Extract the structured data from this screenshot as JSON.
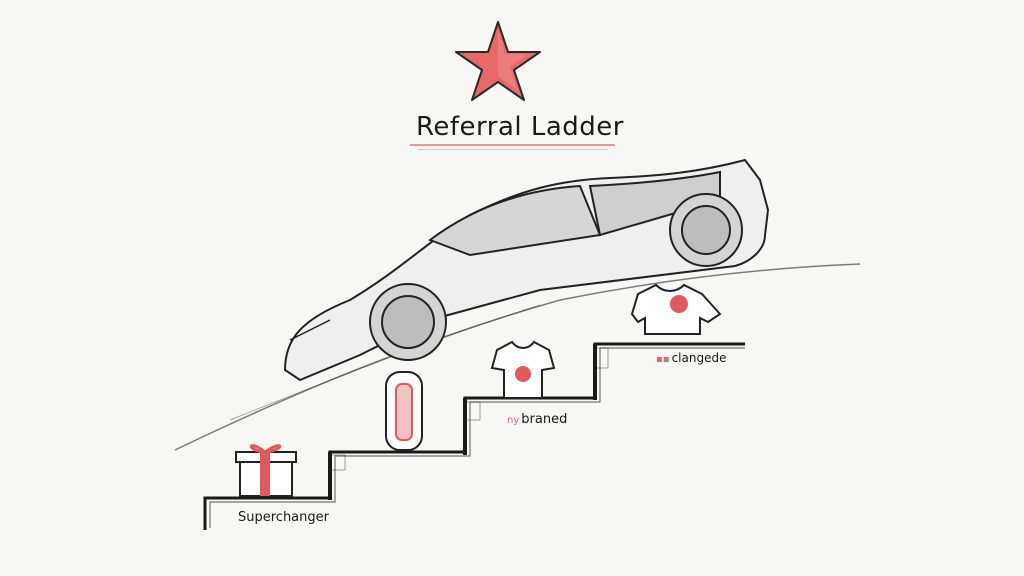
{
  "title": "Referral Ladder",
  "steps": [
    {
      "label": "Superchanger",
      "icon": "gift-icon"
    },
    {
      "label": "",
      "icon": "supercharger-station-icon"
    },
    {
      "label": "braned",
      "prefix": "ny",
      "icon": "tshirt-icon"
    },
    {
      "label": "clangede",
      "prefix": "▪▪",
      "icon": "tshirt-logo-icon"
    }
  ],
  "top_icon": "star-icon",
  "vehicle": "car-sketch",
  "colors": {
    "accent": "#e05a5a",
    "ink": "#1a1a1a",
    "background": "#f7f7f5"
  }
}
